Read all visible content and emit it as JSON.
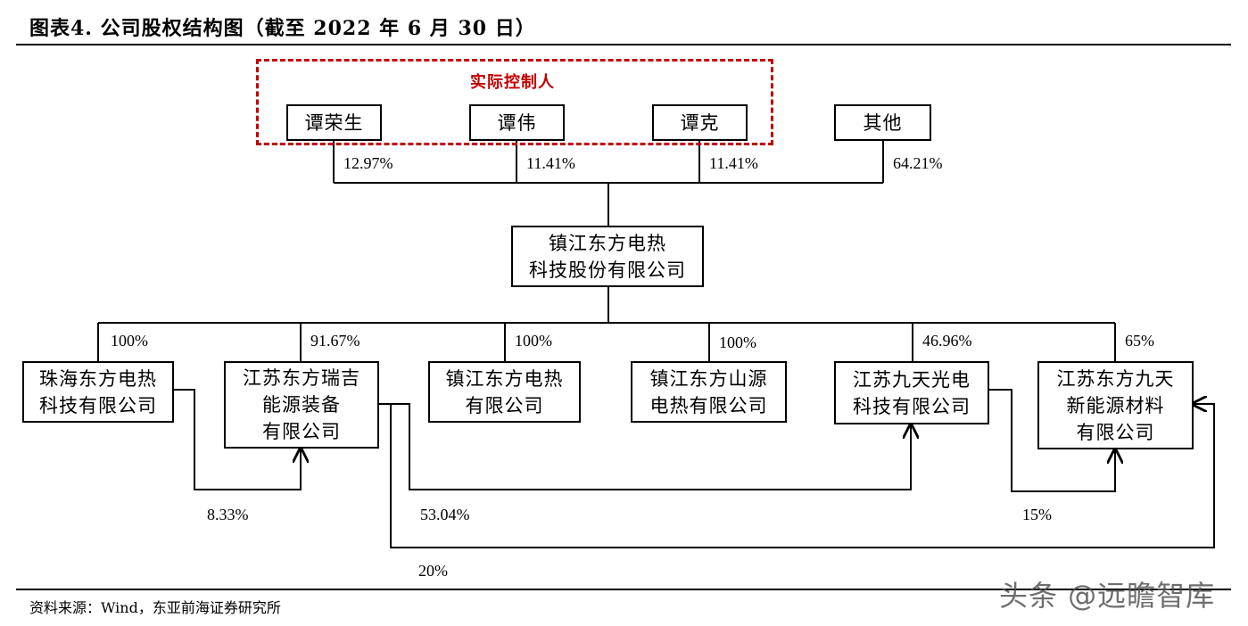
{
  "title": "图表4.  公司股权结构图（截至 2022 年 6 月 30 日）",
  "controller_label": "实际控制人",
  "shareholders": [
    {
      "name": "谭荣生",
      "share": "12.97%"
    },
    {
      "name": "谭伟",
      "share": "11.41%"
    },
    {
      "name": "谭克",
      "share": "11.41%"
    },
    {
      "name": "其他",
      "share": "64.21%"
    }
  ],
  "company": "镇江东方电热\n科技股份有限公司",
  "subsidiaries": [
    {
      "name": "珠海东方电热\n科技有限公司",
      "share": "100%"
    },
    {
      "name": "江苏东方瑞吉\n能源装备\n有限公司",
      "share": "91.67%"
    },
    {
      "name": "镇江东方电热\n有限公司",
      "share": "100%"
    },
    {
      "name": "镇江东方山源\n电热有限公司",
      "share": "100%"
    },
    {
      "name": "江苏九天光电\n科技有限公司",
      "share": "46.96%"
    },
    {
      "name": "江苏东方九天\n新能源材料\n有限公司",
      "share": "65%"
    }
  ],
  "cross_holdings": [
    {
      "from": "珠海东方电热科技有限公司",
      "to": "江苏东方瑞吉能源装备有限公司",
      "share": "8.33%"
    },
    {
      "from": "江苏东方瑞吉能源装备有限公司",
      "to": "江苏九天光电科技有限公司",
      "share": "53.04%"
    },
    {
      "from": "江苏九天光电科技有限公司",
      "to": "江苏东方九天新能源材料有限公司",
      "share": "15%"
    },
    {
      "from": "江苏东方瑞吉能源装备有限公司",
      "to": "江苏东方九天新能源材料有限公司",
      "share": "20%"
    }
  ],
  "source": "资料来源：Wind，东亚前海证券研究所",
  "watermark": "头条 @远瞻智库"
}
